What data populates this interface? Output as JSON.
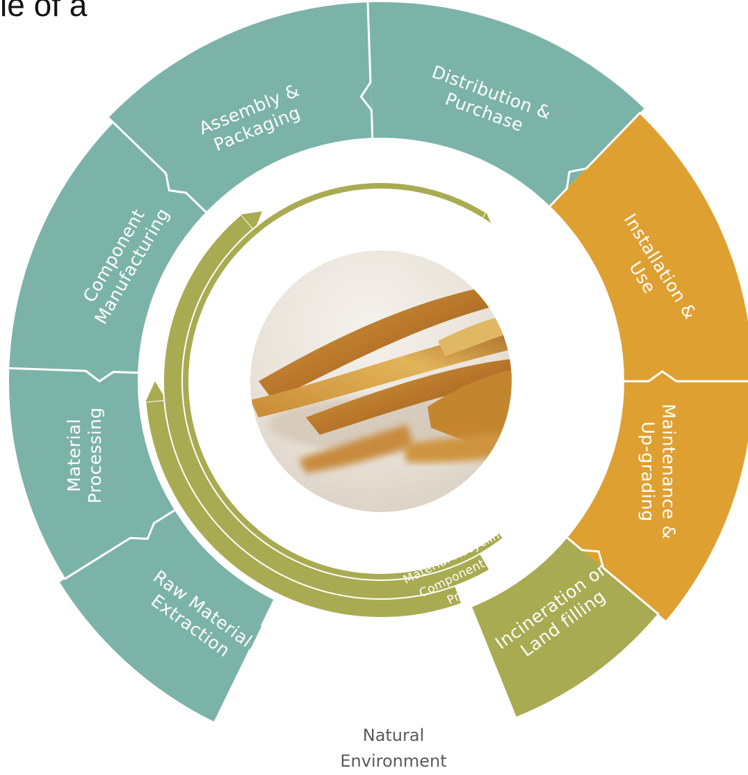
{
  "header_fragment": "le of a",
  "colors": {
    "teal": "#7cb3a8",
    "orange": "#dfa032",
    "olive": "#a8ab51",
    "separator": "#ffffff",
    "env_text": "#5a5a5a"
  },
  "segments": [
    {
      "id": "raw",
      "lines": [
        "Raw Material",
        "Extraction"
      ],
      "color": "teal"
    },
    {
      "id": "material",
      "lines": [
        "Material",
        "Processing"
      ],
      "color": "teal"
    },
    {
      "id": "component",
      "lines": [
        "Component",
        "Manufacturing"
      ],
      "color": "teal"
    },
    {
      "id": "assembly",
      "lines": [
        "Assembly &",
        "Packaging"
      ],
      "color": "teal"
    },
    {
      "id": "distribution",
      "lines": [
        "Distribution &",
        "Purchase"
      ],
      "color": "teal"
    },
    {
      "id": "installation",
      "lines": [
        "Installation &",
        "Use"
      ],
      "color": "orange"
    },
    {
      "id": "maintenance",
      "lines": [
        "Maintenance &",
        "Up-grading"
      ],
      "color": "orange"
    },
    {
      "id": "incineration",
      "lines": [
        "Incineration or",
        "Land filling"
      ],
      "color": "olive"
    }
  ],
  "loops": [
    {
      "id": "product-reuse",
      "label": "Product Reuse"
    },
    {
      "id": "component-reuse",
      "label": "Component Reuse"
    },
    {
      "id": "material-recycling",
      "label": "Material Recycling"
    }
  ],
  "center_image": {
    "icon": "fries-photo"
  },
  "environment": {
    "lines": [
      "Natural",
      "Environment"
    ]
  }
}
